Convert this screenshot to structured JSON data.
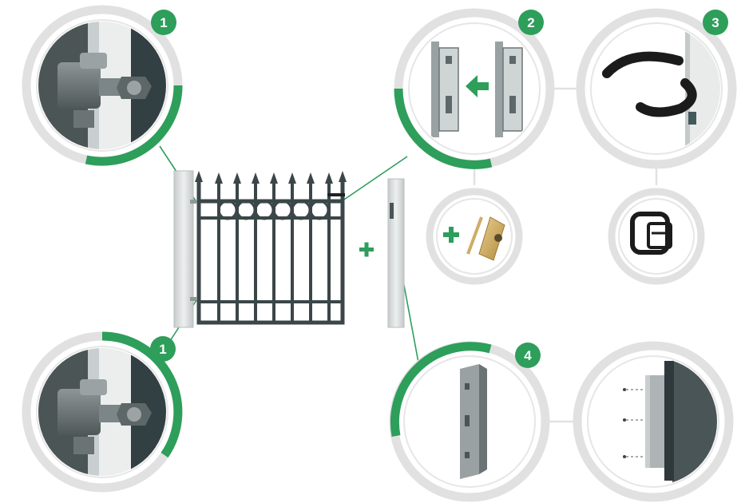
{
  "colors": {
    "accent_green": "#2e9e5b",
    "ring_grey": "#e1e1e1",
    "line_green": "#2e9e5b",
    "gate_dark": "#3b4648",
    "post_grey": "#d9dcdc"
  },
  "badges": {
    "hinge_top": "1",
    "lock": "2",
    "handle": "3",
    "hinge_bottom": "1",
    "keeper": "4"
  },
  "plus_sign": "+",
  "icons": {
    "hinge": "hinge-icon",
    "lock": "mortise-lock-icon",
    "handle": "lever-handle-icon",
    "cylinder": "lock-cylinder-icon",
    "rosette": "handle-rosette-icon",
    "keeper": "strike-plate-icon"
  }
}
